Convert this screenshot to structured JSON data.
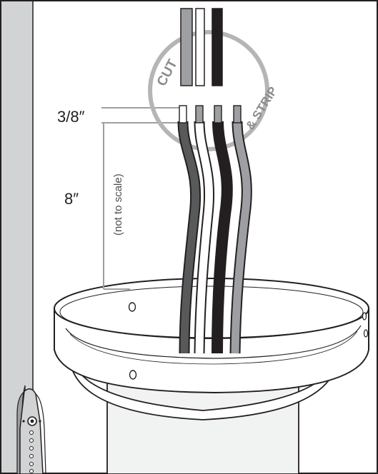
{
  "labels": {
    "cut": "CUT",
    "strip": "& STRIP",
    "strip_length": "3/8″",
    "wire_length": "8″",
    "scale_note": "(not to scale)"
  },
  "colors": {
    "wall": "#d1d3d4",
    "outline": "#231f20",
    "wire_gray": "#9d9fa2",
    "wire_dark": "#58595b",
    "wire_black": "#231f20",
    "wire_white": "#ffffff",
    "circle": "#b5b5b5",
    "dimension": "#9d9fa2",
    "canopy": "#ffffff",
    "pole": "#f1f2f2"
  },
  "icons": {
    "tool": "wire-stripper-icon"
  }
}
